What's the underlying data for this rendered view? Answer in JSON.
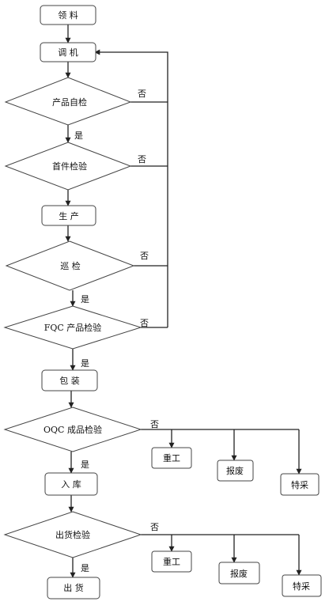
{
  "nodes": {
    "lingliao": "领  料",
    "tiaoji": "调  机",
    "chanpin_zijian": "产品自检",
    "shoujian_jianyan": "首件检验",
    "shengchan": "生  产",
    "xunjian": "巡    检",
    "fqc": "FQC 产品检验",
    "baozhuang": "包  装",
    "oqc": "OQC 成品检验",
    "chonggong_1": "重工",
    "baofei_1": "报废",
    "tecai_1": "特采",
    "ruku": "入  库",
    "chuhuo_jianyan": "出货检验",
    "chonggong_2": "重工",
    "baofei_2": "报废",
    "tecai_2": "特采",
    "chuhuo": "出  货"
  },
  "branches": {
    "yes": "是",
    "no": "否"
  },
  "colors": {
    "stroke": "#444444",
    "line": "#222222",
    "fill": "#ffffff"
  }
}
